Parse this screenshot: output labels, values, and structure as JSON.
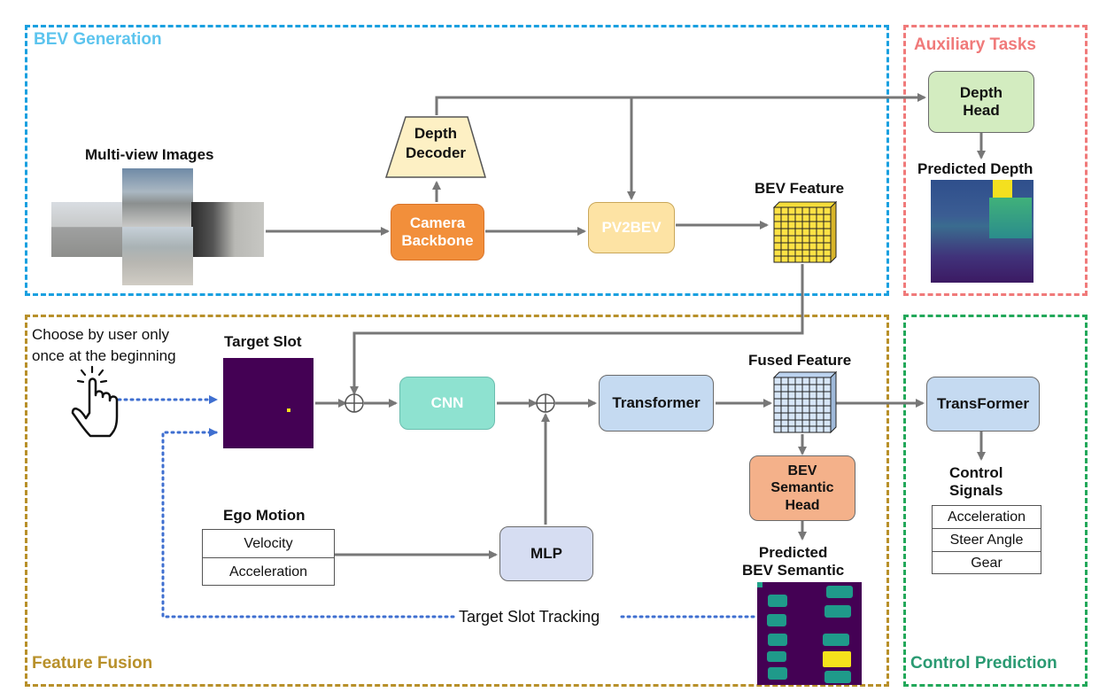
{
  "regions": {
    "bev_generation": "BEV Generation",
    "auxiliary_tasks": "Auxiliary Tasks",
    "feature_fusion": "Feature Fusion",
    "control_prediction": "Control Prediction"
  },
  "colors": {
    "bev_generation": "#1aa0e0",
    "auxiliary_tasks": "#f07a7a",
    "feature_fusion": "#b8902a",
    "control_prediction": "#22a85a",
    "bev_generation_label": "#5cc4ee",
    "control_prediction_label": "#2a9a72"
  },
  "labels": {
    "multi_view_images": "Multi-view Images",
    "bev_feature": "BEV Feature",
    "predicted_depth": "Predicted Depth",
    "target_slot": "Target Slot",
    "user_hint_line1": "Choose by user only",
    "user_hint_line2": "once at the beginning",
    "fused_feature": "Fused Feature",
    "ego_motion": "Ego Motion",
    "predicted_bev_semantic_line1": "Predicted",
    "predicted_bev_semantic_line2": "BEV Semantic",
    "control_signals_line1": "Control",
    "control_signals_line2": "Signals",
    "target_slot_tracking": "Target Slot Tracking"
  },
  "nodes": {
    "depth_decoder_line1": "Depth",
    "depth_decoder_line2": "Decoder",
    "camera_backbone_line1": "Camera",
    "camera_backbone_line2": "Backbone",
    "pv2bev": "PV2BEV",
    "depth_head_line1": "Depth",
    "depth_head_line2": "Head",
    "cnn": "CNN",
    "transformer": "Transformer",
    "mlp": "MLP",
    "bev_semantic_head_line1": "BEV",
    "bev_semantic_head_line2": "Semantic",
    "bev_semantic_head_line3": "Head",
    "transformer_control": "TransFormer"
  },
  "ego_motion_fields": [
    "Velocity",
    "Acceleration"
  ],
  "control_signal_fields": [
    "Acceleration",
    "Steer Angle",
    "Gear"
  ],
  "icons": {
    "hand": "hand-pointer-icon",
    "sum": "circle-plus-icon",
    "grid": "feature-grid-icon"
  }
}
